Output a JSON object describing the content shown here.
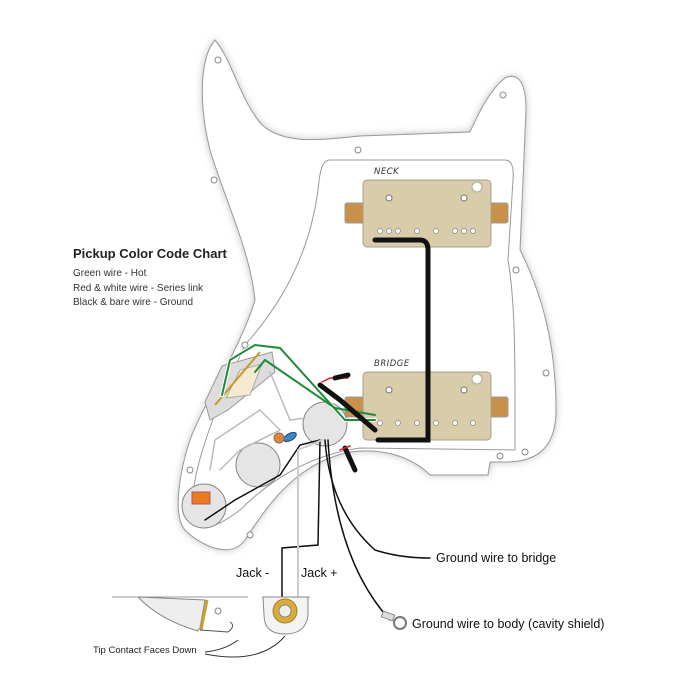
{
  "legend": {
    "title": "Pickup Color Code Chart",
    "items": [
      "Green wire - Hot",
      "Red & white wire - Series link",
      "Black & bare wire - Ground"
    ]
  },
  "pickups": {
    "neck": "NECK",
    "bridge": "BRIDGE"
  },
  "annotations": {
    "ground_bridge": "Ground wire to bridge",
    "ground_body": "Ground wire to body (cavity shield)",
    "jack_minus": "Jack -",
    "jack_plus": "Jack +",
    "tip_contact": "Tip Contact Faces Down"
  },
  "colors": {
    "hot": "#1f8a3a",
    "series": "#d42020",
    "ground": "#111111",
    "pickup_cover": "#d9ccaa",
    "pickup_ear": "#c8914a",
    "pickguard": "#ffffff"
  }
}
